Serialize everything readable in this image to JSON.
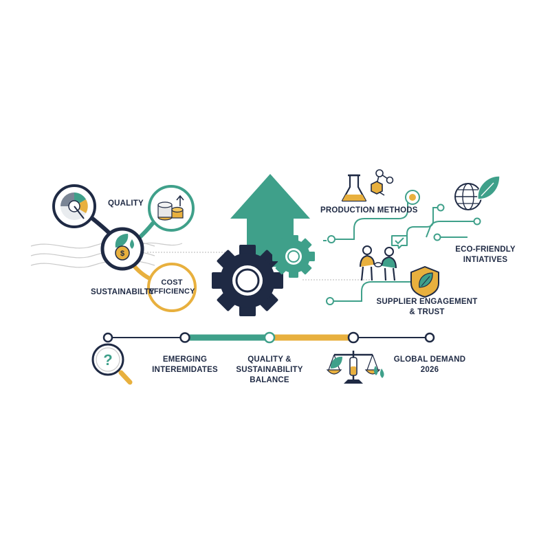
{
  "colors": {
    "navy": "#1f2a44",
    "teal": "#3fa08a",
    "gold": "#e8b03e",
    "gray": "#b5b5b5"
  },
  "labels": {
    "quality": "QUALITY",
    "sustainability": "SUSTAINABILTY",
    "cost_efficiency": [
      "COST",
      "EFFICIENCY"
    ],
    "production_methods": "PRODUCTION METHODS",
    "eco_friendly": [
      "ECO-FRIENDLY",
      "INTIATIVES"
    ],
    "supplier": [
      "SUPPLIER ENGAGEMENT",
      "& TRUST"
    ]
  },
  "timeline": [
    {
      "lines": []
    },
    {
      "lines": [
        "EMERGING",
        "INTEREMIDATES"
      ]
    },
    {
      "lines": [
        "QUALITY &",
        "SUSTAINABILITY",
        "BALANCE"
      ]
    },
    {
      "lines": []
    },
    {
      "lines": [
        "GLOBAL DEMAND",
        "2026"
      ]
    }
  ],
  "icons": [
    "gauge-icon",
    "coins-icon",
    "money-leaf-icon",
    "gear-icon",
    "up-arrow-icon",
    "flask-icon",
    "molecule-icon",
    "globe-leaf-icon",
    "handshake-icon",
    "shield-leaf-icon",
    "question-magnifier-icon",
    "scale-icon"
  ]
}
